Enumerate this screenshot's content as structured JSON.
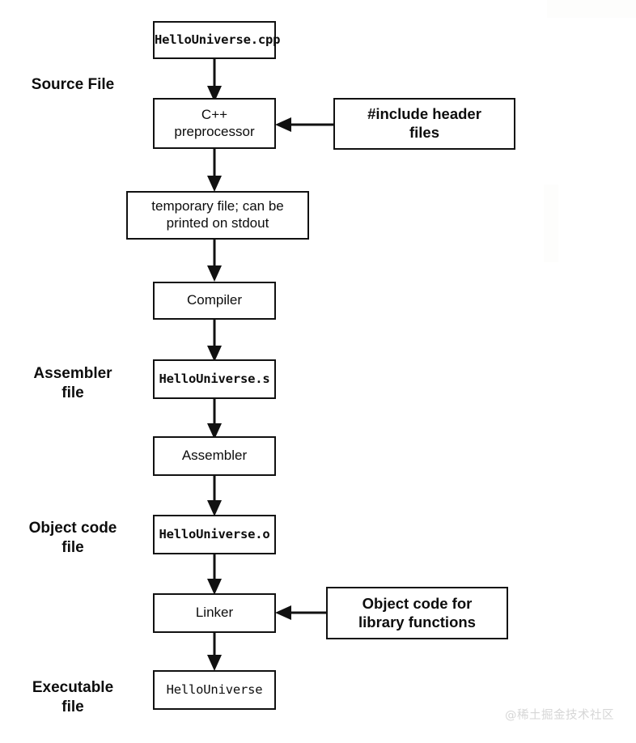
{
  "diagram": {
    "title": "C++ compilation pipeline flowchart",
    "stroke_color": "#111111",
    "background_color": "#ffffff",
    "nodes": [
      {
        "id": "source",
        "label": "HelloUniverse.cpp",
        "style": "mono"
      },
      {
        "id": "preprocessor",
        "label": "C++\npreprocessor",
        "style": "sans"
      },
      {
        "id": "include",
        "label": "#include header\nfiles",
        "style": "sans-bold"
      },
      {
        "id": "temp",
        "label": "temporary file; can be\nprinted on stdout",
        "style": "sans"
      },
      {
        "id": "compiler",
        "label": "Compiler",
        "style": "sans"
      },
      {
        "id": "asmfile",
        "label": "HelloUniverse.s",
        "style": "mono"
      },
      {
        "id": "assembler",
        "label": "Assembler",
        "style": "sans"
      },
      {
        "id": "objfile",
        "label": "HelloUniverse.o",
        "style": "mono"
      },
      {
        "id": "linker",
        "label": "Linker",
        "style": "sans"
      },
      {
        "id": "libobj",
        "label": "Object code for\nlibrary functions",
        "style": "sans-bold"
      },
      {
        "id": "executable",
        "label": "HelloUniverse",
        "style": "mono-reg"
      }
    ],
    "stage_labels": [
      {
        "id": "source-file",
        "label": "Source File"
      },
      {
        "id": "assembler-file",
        "label": "Assembler\nfile"
      },
      {
        "id": "object-code-file",
        "label": "Object code\nfile"
      },
      {
        "id": "executable-file",
        "label": "Executable\nfile"
      }
    ],
    "edges": [
      {
        "from": "source",
        "to": "preprocessor",
        "direction": "down"
      },
      {
        "from": "include",
        "to": "preprocessor",
        "direction": "left"
      },
      {
        "from": "preprocessor",
        "to": "temp",
        "direction": "down"
      },
      {
        "from": "temp",
        "to": "compiler",
        "direction": "down"
      },
      {
        "from": "compiler",
        "to": "asmfile",
        "direction": "down"
      },
      {
        "from": "asmfile",
        "to": "assembler",
        "direction": "down"
      },
      {
        "from": "assembler",
        "to": "objfile",
        "direction": "down"
      },
      {
        "from": "objfile",
        "to": "linker",
        "direction": "down"
      },
      {
        "from": "libobj",
        "to": "linker",
        "direction": "left"
      },
      {
        "from": "linker",
        "to": "executable",
        "direction": "down"
      }
    ]
  },
  "watermark": {
    "text": "@稀土掘金技术社区"
  }
}
